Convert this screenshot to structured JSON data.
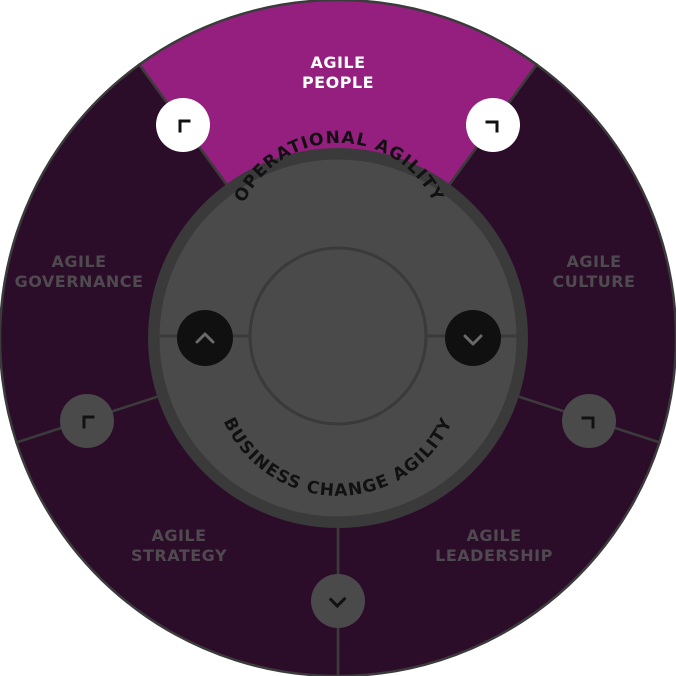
{
  "segments": [
    {
      "id": "people",
      "line1": "AGILE",
      "line2": "PEOPLE",
      "active": true
    },
    {
      "id": "culture",
      "line1": "AGILE",
      "line2": "CULTURE",
      "active": false
    },
    {
      "id": "leadership",
      "line1": "AGILE",
      "line2": "LEADERSHIP",
      "active": false
    },
    {
      "id": "strategy",
      "line1": "AGILE",
      "line2": "STRATEGY",
      "active": false
    },
    {
      "id": "governance",
      "line1": "AGILE",
      "line2": "GOVERNANCE",
      "active": false
    }
  ],
  "hub": {
    "top_text": "OPERATIONAL AGILITY",
    "bottom_text": "BUSINESS CHANGE AGILITY",
    "left_button_icon": "chevron-up-icon",
    "right_button_icon": "chevron-down-icon"
  },
  "colors": {
    "segment_inactive": "#2c0d29",
    "segment_active": "#941f7f",
    "label_inactive": "#4f4a4f",
    "label_active": "#ffffff",
    "hub_fill": "#4a4a4a",
    "hub_ring": "#3d3d3d",
    "hub_button": "#101010",
    "ring_button_inactive": "#4a4a4a",
    "ring_button_active": "#ffffff"
  }
}
